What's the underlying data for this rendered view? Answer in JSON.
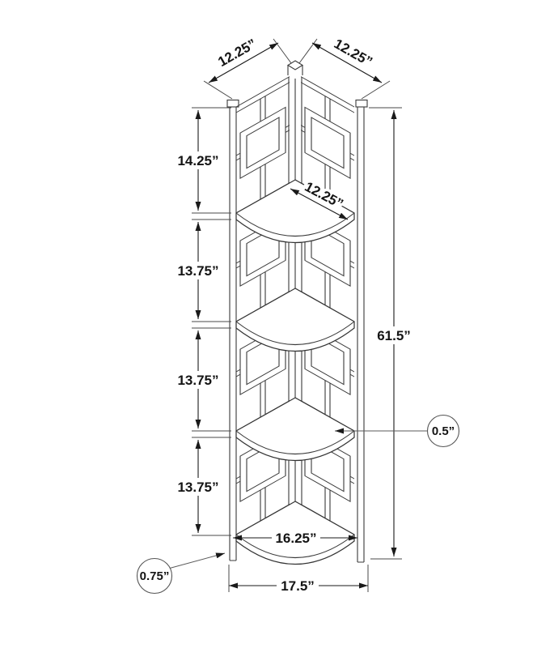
{
  "figure": {
    "title": "Corner bookcase dimension diagram",
    "product": "4-tier corner etagere bookcase with lattice square pattern",
    "units": "inches",
    "view": "isometric line drawing"
  },
  "dims": {
    "panel_left": "12.25”",
    "panel_right": "12.25”",
    "shelf_depth": "12.25”",
    "section_1": "14.25”",
    "section_2": "13.75”",
    "section_3": "13.75”",
    "section_4": "13.75”",
    "height": "61.5”",
    "thickness": "0.5”",
    "leg": "0.75”",
    "shelf_width": "16.25”",
    "base_width": "17.5”"
  },
  "colors": {
    "line": "#3a3a3a",
    "dimension": "#1a1a1a",
    "background": "#ffffff"
  }
}
